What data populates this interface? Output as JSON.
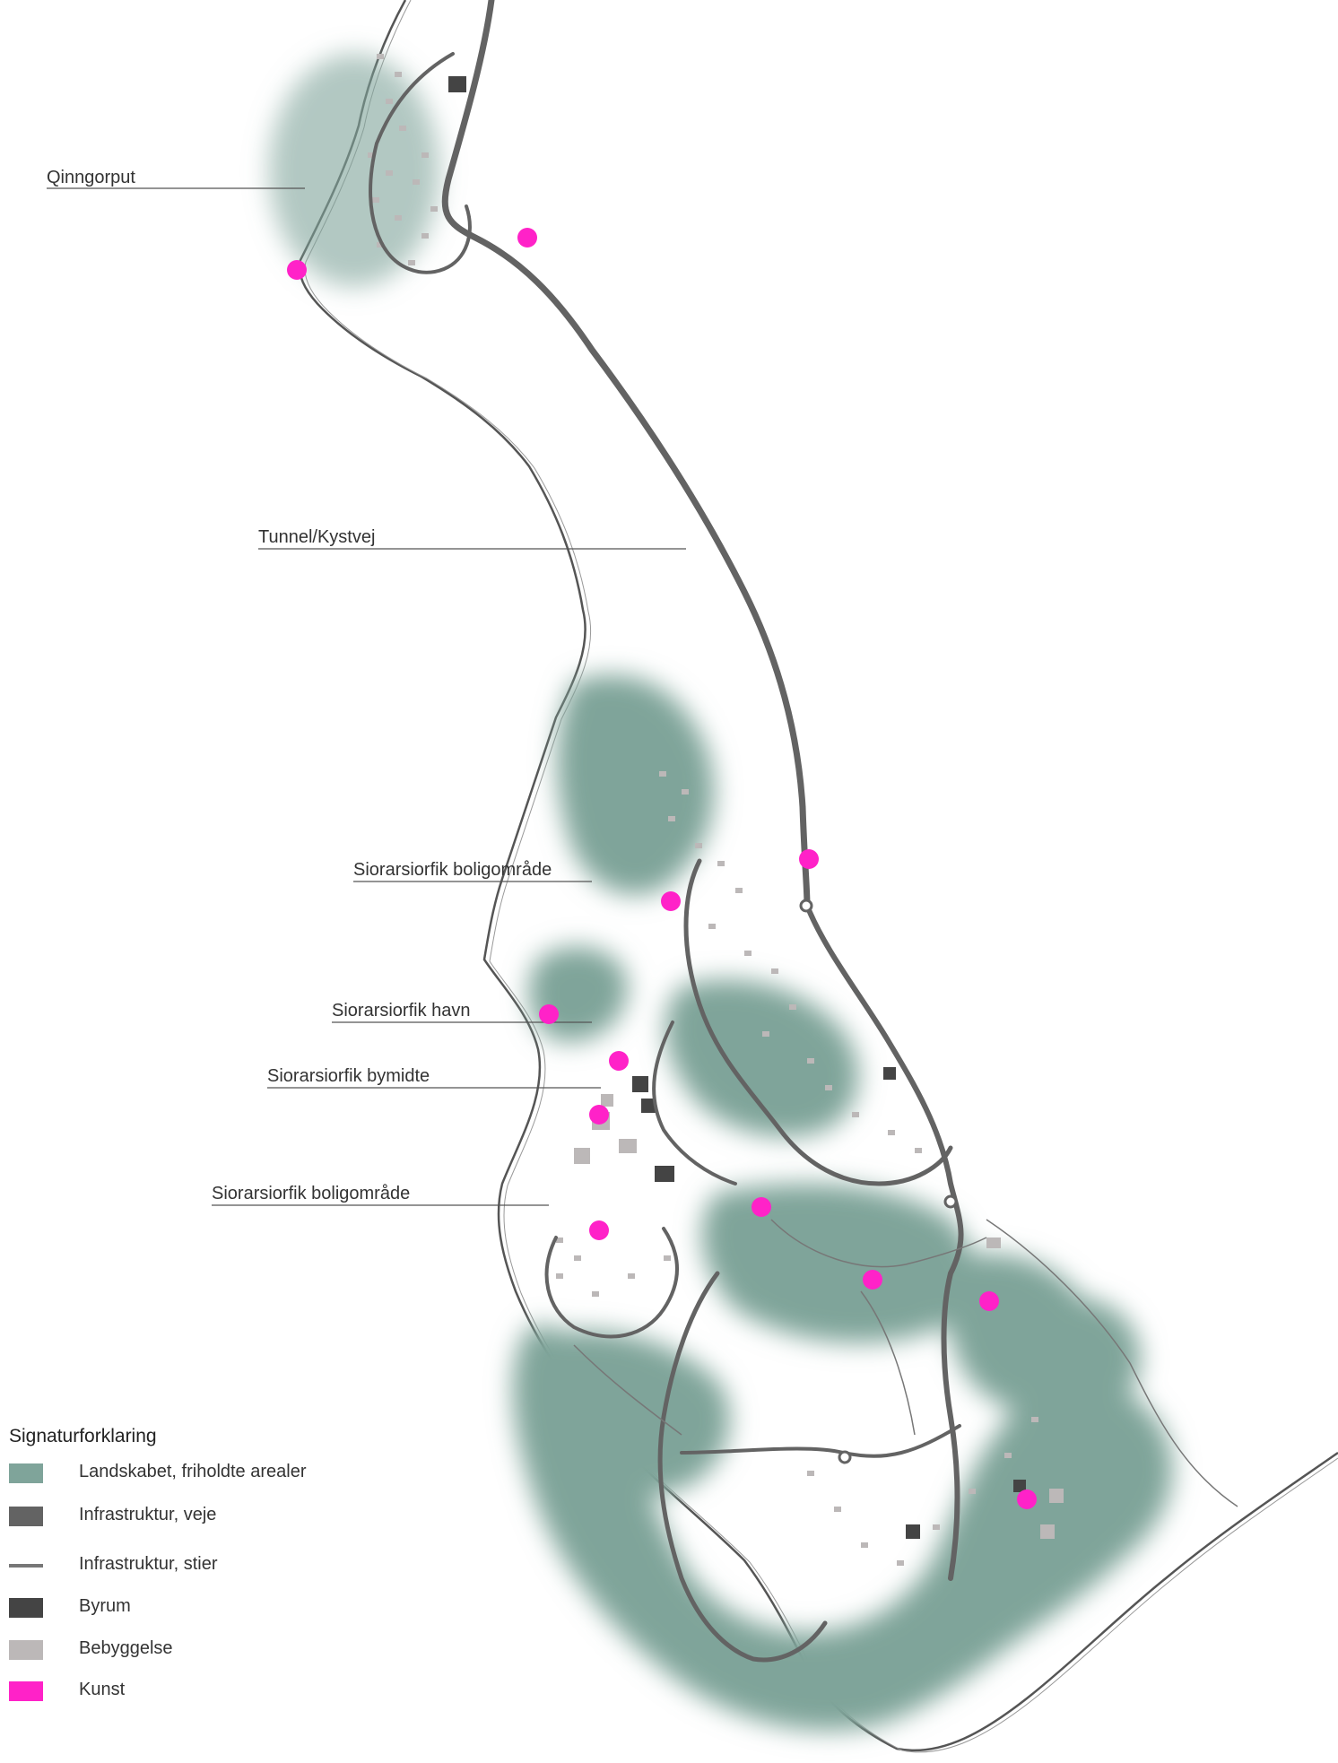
{
  "labels": {
    "qinngorput": "Qinngorput",
    "tunnel": "Tunnel/Kystvej",
    "boligomraade_north": "Siorarsiorfik boligområde",
    "havn": "Siorarsiorfik havn",
    "bymidte": "Siorarsiorfik bymidte",
    "boligomraade_south": "Siorarsiorfik boligområde"
  },
  "legend": {
    "title": "Signaturforklaring",
    "items": [
      {
        "label": "Landskabet, friholdte arealer",
        "color": "#7fa49a",
        "kind": "fill"
      },
      {
        "label": "Infrastruktur, veje",
        "color": "#636363",
        "kind": "fill"
      },
      {
        "label": "Infrastruktur, stier",
        "color": "#777777",
        "kind": "line"
      },
      {
        "label": "Byrum",
        "color": "#444444",
        "kind": "fill"
      },
      {
        "label": "Bebyggelse",
        "color": "#bcb8b8",
        "kind": "fill"
      },
      {
        "label": "Kunst",
        "color": "#ff22c8",
        "kind": "fill"
      }
    ]
  }
}
